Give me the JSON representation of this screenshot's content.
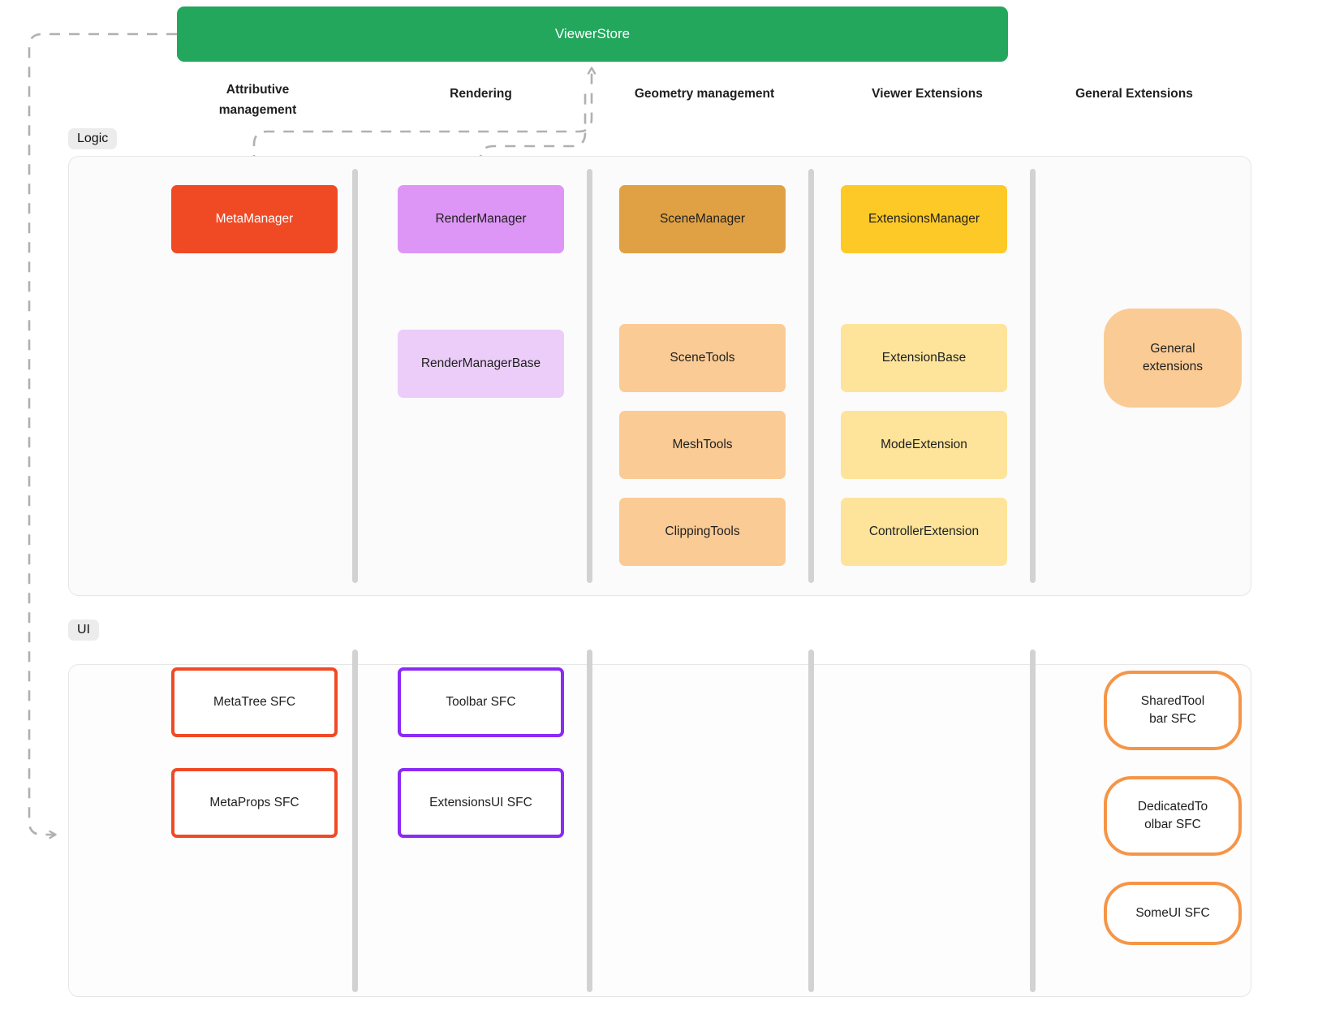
{
  "store": {
    "label": "ViewerStore",
    "color": "#22a75d"
  },
  "columns": [
    {
      "id": "attributive",
      "label": "Attributive\nmanagement"
    },
    {
      "id": "rendering",
      "label": "Rendering"
    },
    {
      "id": "geometry",
      "label": "Geometry management"
    },
    {
      "id": "viewer-ext",
      "label": "Viewer Extensions"
    },
    {
      "id": "general-ext",
      "label": "General Extensions"
    }
  ],
  "sections": [
    {
      "id": "logic",
      "label": "Logic"
    },
    {
      "id": "ui",
      "label": "UI"
    }
  ],
  "logic_nodes": [
    {
      "id": "meta-manager",
      "label": "MetaManager",
      "fill": "#f04a25",
      "text": "#ffffff"
    },
    {
      "id": "render-manager",
      "label": "RenderManager",
      "fill": "#dd96f5",
      "text": "#1f1f1f"
    },
    {
      "id": "scene-manager",
      "label": "SceneManager",
      "fill": "#e0a144",
      "text": "#1f1f1f"
    },
    {
      "id": "extensions-manager",
      "label": "ExtensionsManager",
      "fill": "#fdc927",
      "text": "#1f1f1f"
    },
    {
      "id": "render-manager-base",
      "label": "RenderManagerBase",
      "fill": "#eccdf9",
      "text": "#1f1f1f"
    },
    {
      "id": "scene-tools",
      "label": "SceneTools",
      "fill": "#fbcb95",
      "text": "#1f1f1f"
    },
    {
      "id": "mesh-tools",
      "label": "MeshTools",
      "fill": "#fbcb95",
      "text": "#1f1f1f"
    },
    {
      "id": "clipping-tools",
      "label": "ClippingTools",
      "fill": "#fbcb95",
      "text": "#1f1f1f"
    },
    {
      "id": "extension-base",
      "label": "ExtensionBase",
      "fill": "#fde49a",
      "text": "#1f1f1f"
    },
    {
      "id": "mode-extension",
      "label": "ModeExtension",
      "fill": "#fde49a",
      "text": "#1f1f1f"
    },
    {
      "id": "controller-extension",
      "label": "ControllerExtension",
      "fill": "#fde49a",
      "text": "#1f1f1f"
    },
    {
      "id": "general-extensions",
      "label": "General\nextensions",
      "fill": "#fbcb95",
      "text": "#1f1f1f"
    }
  ],
  "ui_nodes": [
    {
      "id": "metatree-sfc",
      "label": "MetaTree SFC",
      "border": "#f04a25",
      "shape": "rect"
    },
    {
      "id": "metaprops-sfc",
      "label": "MetaProps SFC",
      "border": "#f04a25",
      "shape": "rect"
    },
    {
      "id": "toolbar-sfc",
      "label": "Toolbar SFC",
      "border": "#8b2bf5",
      "shape": "rect"
    },
    {
      "id": "extensionsui-sfc",
      "label": "ExtensionsUI SFC",
      "border": "#8b2bf5",
      "shape": "rect"
    },
    {
      "id": "sharedtoolbar-sfc",
      "label": "SharedTool\nbar SFC",
      "border": "#f59547",
      "shape": "pill"
    },
    {
      "id": "dedicatedtoolbar-sfc",
      "label": "DedicatedTo\nolbar SFC",
      "border": "#f59547",
      "shape": "pill"
    },
    {
      "id": "someui-sfc",
      "label": "SomeUI SFC",
      "border": "#f59547",
      "shape": "pill"
    }
  ],
  "palette": {
    "wire_dashed": "#b0b0b0",
    "wire_solid": "#b5b5b5",
    "divider": "#d2d2d2",
    "panel_bg": "#fbfbfb",
    "panel_border": "#e6e6e6",
    "badge_bg": "#ececec"
  }
}
